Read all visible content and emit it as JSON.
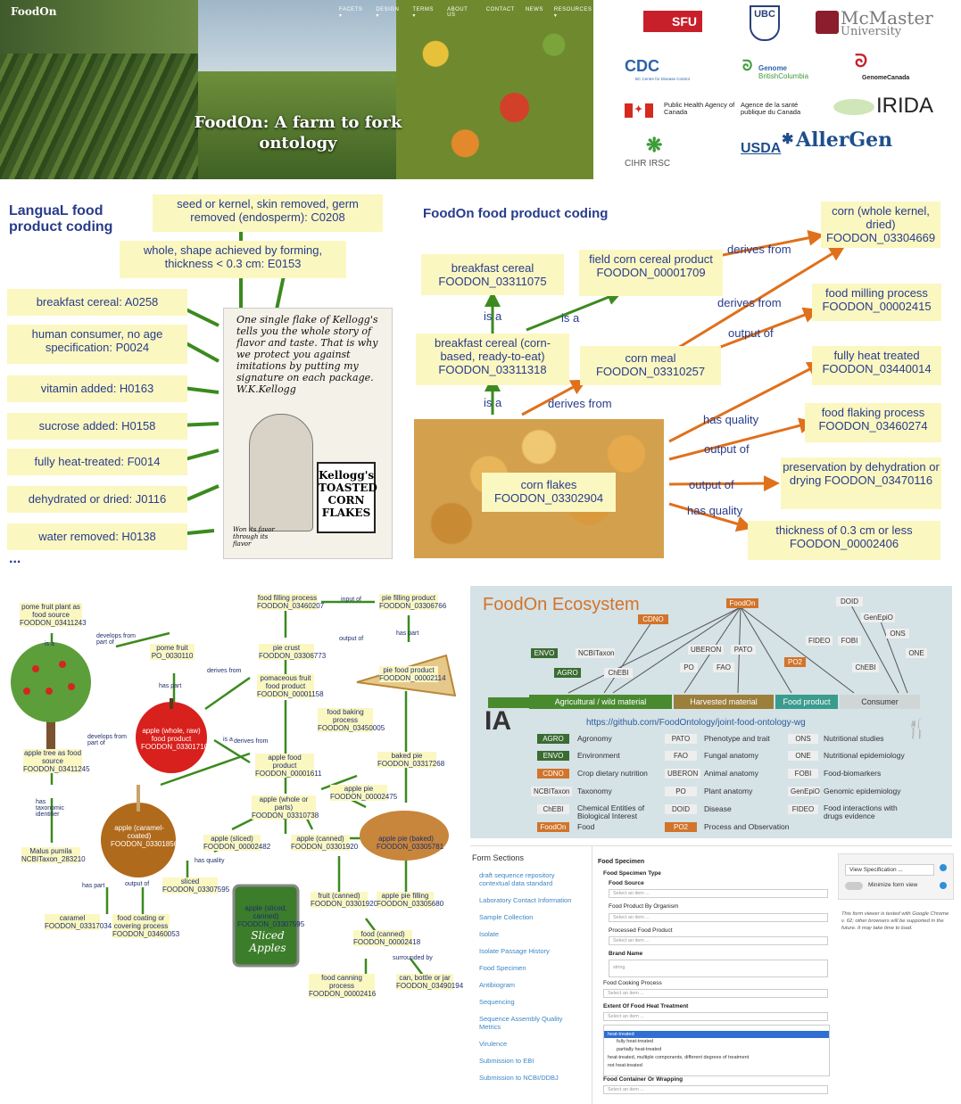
{
  "banner": {
    "logo": "FoodOn",
    "nav": [
      "FACETS ▾",
      "DESIGN ▾",
      "TERMS ▾",
      "ABOUT US",
      "CONTACT",
      "NEWS",
      "RESOURCES ▾"
    ],
    "title": "FoodOn: A farm to fork ontology"
  },
  "logos": {
    "sfu": "SFU",
    "ubc": "UBC",
    "mcmaster": "McMaster",
    "mcmaster_sub": "University",
    "bccdc": "BC Centre for Disease Control",
    "genome_bc_1": "Genome",
    "genome_bc_2": "BritishColumbia",
    "genome_canada": "GenomeCanada",
    "phac_en": "Public Health Agency of Canada",
    "phac_fr": "Agence de la santé publique du Canada",
    "irida": "IRIDA",
    "cihr": "CIHR IRSC",
    "usda": "USDA",
    "allergen": "AllerGen"
  },
  "langual": {
    "title": "LanguaL food product coding",
    "codes": [
      "breakfast cereal: A0258",
      "human consumer, no age specification: P0024",
      "vitamin added: H0163",
      "sucrose added: H0158",
      "fully heat-treated: F0014",
      "dehydrated or dried: J0116",
      "water removed: H0138"
    ],
    "top1": "seed or kernel, skin removed, germ removed (endosperm): C0208",
    "top2": "whole, shape achieved by forming, thickness < 0.3 cm: E0153",
    "more": "...",
    "ad_quote": "One single flake of Kellogg's tells you the whole story of flavor and taste. That is why we protect you against imitations by putting my signature on each package. W.K.Kellogg",
    "ad_box": "Kellogg's TOASTED CORN FLAKES",
    "ad_caption": "Won its favor through its flavor"
  },
  "foodon_coding": {
    "title": "FoodOn food product coding",
    "nodes": {
      "breakfast_cereal": "breakfast cereal FOODON_03311075",
      "field_corn": "field corn cereal product FOODON_00001709",
      "corn_whole": "corn (whole kernel, dried) FOODON_03304669",
      "milling": "food milling process FOODON_00002415",
      "bc_corn": "breakfast cereal (corn-based, ready-to-eat) FOODON_03311318",
      "corn_meal": "corn meal FOODON_03310257",
      "heat": "fully heat treated FOODON_03440014",
      "flaking": "food flaking process FOODON_03460274",
      "corn_flakes": "corn flakes FOODON_03302904",
      "preservation": "preservation by dehydration or drying FOODON_03470116",
      "thickness": "thickness of 0.3 cm or less FOODON_00002406"
    },
    "relations": {
      "isa1": "is a",
      "isa2": "is a",
      "isa3": "is a",
      "derives1": "derives from",
      "derives2": "derives from",
      "derives3": "derives from",
      "output1": "output of",
      "output2": "output of",
      "output3": "output of",
      "quality1": "has quality",
      "quality2": "has quality"
    }
  },
  "apple": {
    "nodes": [
      "pome fruit plant as food source FOODON_03411243",
      "pome fruit PO_0030110",
      "food filling process FOODON_03460207",
      "pie filling product FOODON_03306766",
      "pie crust FOODON_03306773",
      "pomaceous fruit food product FOODON_00001158",
      "pie food product FOODON_00002114",
      "food baking process FOODON_03450005",
      "apple (whole, raw) food product FOODON_03301710",
      "apple tree as food source FOODON_03411245",
      "apple food product FOODON_00001611",
      "baked pie FOODON_03317268",
      "apple (caramel-coated) FOODON_03301856",
      "apple (whole or parts) FOODON_03310738",
      "apple pie FOODON_00002475",
      "Malus pumila NCBITaxon_283210",
      "apple (sliced) FOODON_00002482",
      "apple (canned) FOODON_03301920",
      "apple pie (baked) FOODON_03305781",
      "sliced FOODON_03307595",
      "fruit (canned) FOODON_03301920",
      "apple pie filling FOODON_03305680",
      "caramel FOODON_03317034",
      "food coating or covering process FOODON_03460053",
      "food (canned) FOODON_00002418",
      "food canning process FOODON_00002416",
      "can, bottle or jar FOODON_03490194"
    ],
    "relations": [
      "is a",
      "develops from part of",
      "derives from",
      "has part",
      "input of",
      "output of",
      "has part",
      "derives from",
      "develops from part of",
      "has taxonomic identifier",
      "has quality",
      "output of",
      "has part",
      "surrounded by",
      "is a"
    ],
    "can_label": "apple (sliced, canned) FOODON_03307595",
    "can_brand": "Sliced Apples"
  },
  "eco": {
    "title": "FoodOn Ecosystem",
    "top": [
      "FoodOn",
      "CDNO",
      "DOID",
      "GenEpiO",
      "FIDEO",
      "FOBI",
      "ONS",
      "ONE",
      "ChEBI",
      "ENVO",
      "NCBITaxon",
      "UBERON",
      "PATO",
      "PO",
      "FAO",
      "PO2",
      "AGRO",
      "ChEBI"
    ],
    "stages": [
      "Agricultural / wild material",
      "Harvested material",
      "Food product",
      "Consumer"
    ],
    "url": "https://github.com/FoodOntology/joint-food-ontology-wg",
    "legend": [
      [
        "AGRO",
        "Agronomy"
      ],
      [
        "ENVO",
        "Environment"
      ],
      [
        "CDNO",
        "Crop dietary nutrition"
      ],
      [
        "NCBITaxon",
        "Taxonomy"
      ],
      [
        "ChEBI",
        "Chemical Entities of Biological Interest"
      ],
      [
        "FoodOn",
        "Food"
      ],
      [
        "PATO",
        "Phenotype and trait"
      ],
      [
        "FAO",
        "Fungal anatomy"
      ],
      [
        "UBERON",
        "Animal anatomy"
      ],
      [
        "PO",
        "Plant anatomy"
      ],
      [
        "DOID",
        "Disease"
      ],
      [
        "PO2",
        "Process and Observation"
      ],
      [
        "ONS",
        "Nutritional studies"
      ],
      [
        "ONE",
        "Nutritional epidemiology"
      ],
      [
        "FOBI",
        "Food-biomarkers"
      ],
      [
        "GenEpiO",
        "Genomic epidemiology"
      ],
      [
        "FIDEO",
        "Food interactions with drugs evidence"
      ]
    ],
    "colors": {
      "agri": "#4a8a2f",
      "harvest": "#9b7f3a",
      "food": "#3a9c8e",
      "consumer": "#d0d6d6",
      "foodon": "#d2742b",
      "dark": "#3b6c32"
    }
  },
  "form": {
    "sections_title": "Form Sections",
    "links": [
      "draft sequence repository contextual data standard",
      "Laboratory Contact Information",
      "Sample Collection",
      "Isolate",
      "Isolate Passage History",
      "Food Specimen",
      "Antibiogram",
      "Sequencing",
      "Sequence Assembly Quality Metrics",
      "Virulence",
      "Submission to EBI",
      "Submission to NCBI/DDBJ"
    ],
    "heading": "Food Specimen",
    "subheading": "Food Specimen Type",
    "fields": [
      {
        "label": "Food Source",
        "placeholder": "Select an item ..."
      },
      {
        "label": "Food Product By Organism",
        "placeholder": "Select an item ..."
      },
      {
        "label": "Processed Food Product",
        "placeholder": "Select an item ..."
      },
      {
        "label": "Brand Name",
        "placeholder": "string"
      },
      {
        "label": "Food Cooking Process",
        "placeholder": "Select an item ..."
      },
      {
        "label": "Extent Of Food Heat Treatment",
        "placeholder": "Select an item ..."
      }
    ],
    "options": [
      "heat-treated",
      "fully heat-treated",
      "partially heat-treated",
      "heat-treated, multiple components, different degrees of treatment",
      "not heat-treated"
    ],
    "last_label": "Food Container Or Wrapping",
    "last_placeholder": "Select an item ...",
    "view_spec": "View Specification ...",
    "minimize": "Minimize form view",
    "note": "This form viewer is tested with Google Chrome v. 62; other browsers will be supported in the future. It may take time to load."
  }
}
